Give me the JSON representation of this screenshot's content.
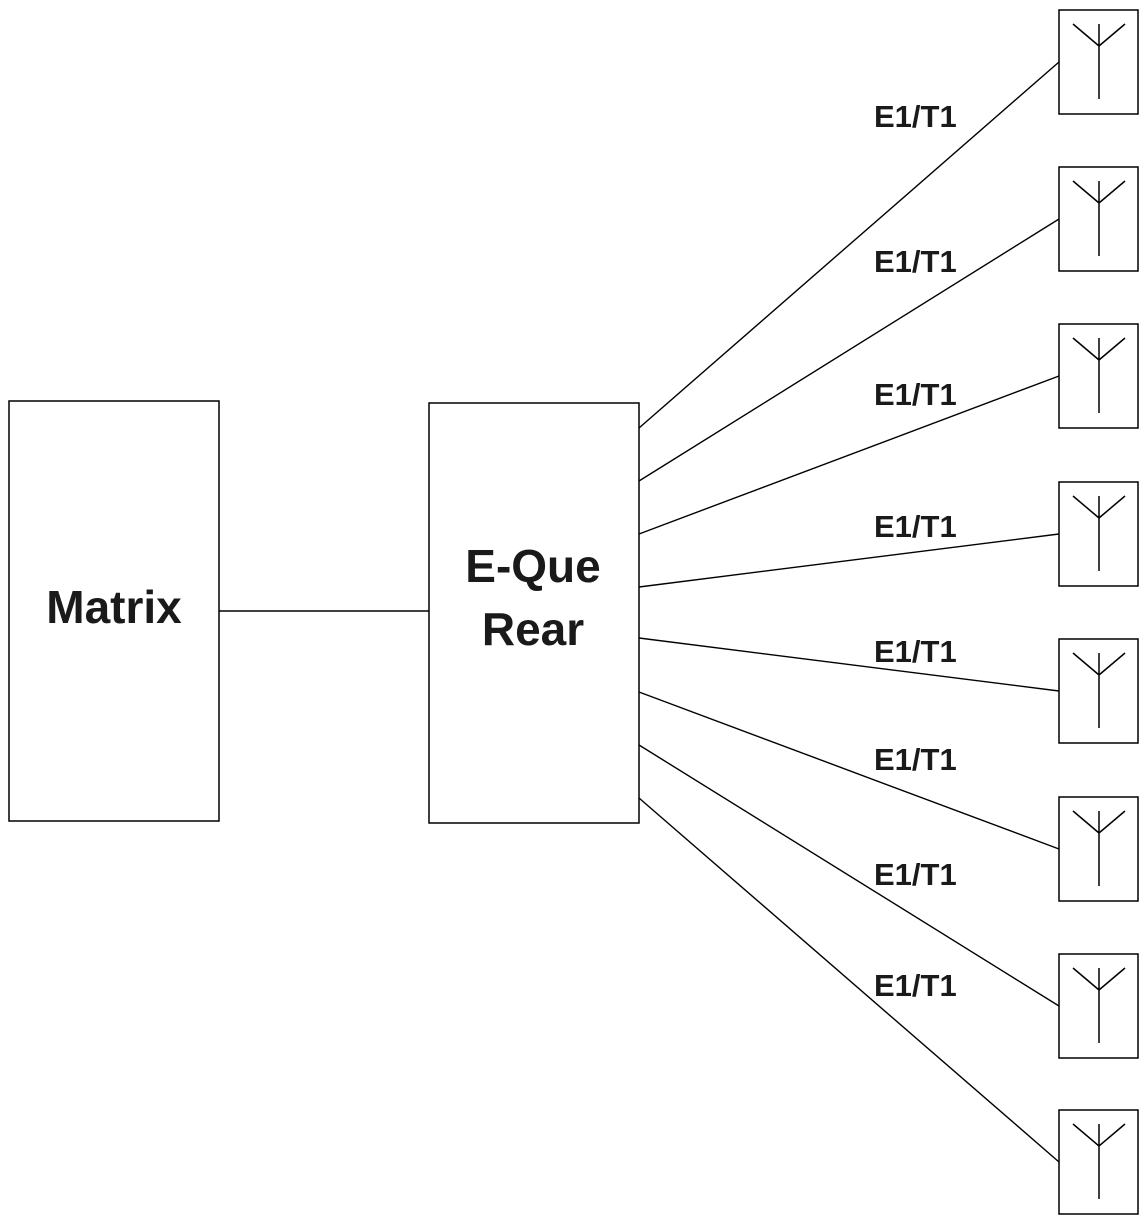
{
  "nodes": {
    "matrix": {
      "label": "Matrix"
    },
    "eque": {
      "line1": "E-Que",
      "line2": "Rear"
    }
  },
  "links": [
    {
      "label": "E1/T1"
    },
    {
      "label": "E1/T1"
    },
    {
      "label": "E1/T1"
    },
    {
      "label": "E1/T1"
    },
    {
      "label": "E1/T1"
    },
    {
      "label": "E1/T1"
    },
    {
      "label": "E1/T1"
    },
    {
      "label": "E1/T1"
    }
  ],
  "antennas": [
    {
      "icon": "antenna-icon"
    },
    {
      "icon": "antenna-icon"
    },
    {
      "icon": "antenna-icon"
    },
    {
      "icon": "antenna-icon"
    },
    {
      "icon": "antenna-icon"
    },
    {
      "icon": "antenna-icon"
    },
    {
      "icon": "antenna-icon"
    },
    {
      "icon": "antenna-icon"
    }
  ]
}
